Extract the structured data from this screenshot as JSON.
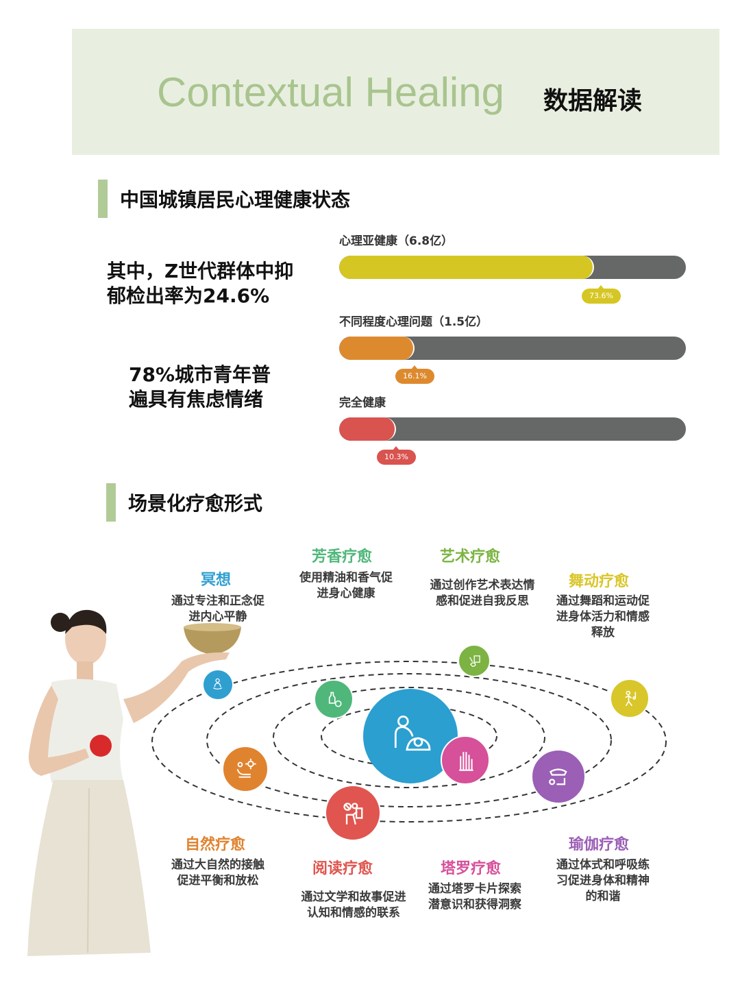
{
  "header": {
    "title_en": "Contextual Healing",
    "title_cn": "数据解读"
  },
  "section1": {
    "title": "中国城镇居民心理健康状态",
    "stats": [
      {
        "line1": "其中，Z世代群体中抑",
        "line2": "郁检出率为24.6%"
      },
      {
        "line1": "78%城市青年普",
        "line2": "遍具有焦虑情绪"
      }
    ]
  },
  "chart_data": {
    "type": "bar",
    "orientation": "horizontal",
    "title": "中国城镇居民心理健康状态",
    "categories": [
      "心理亚健康（6.8亿）",
      "不同程度心理问题（1.5亿）",
      "完全健康"
    ],
    "values": [
      73.6,
      16.1,
      10.3
    ],
    "value_labels": [
      "73.6%",
      "16.1%",
      "10.3%"
    ],
    "colors": [
      "#d6c623",
      "#dd8a2f",
      "#d9534f"
    ],
    "track_color": "#666767",
    "xlim": [
      0,
      100
    ],
    "unit": "%"
  },
  "bars": [
    {
      "label": "心理亚健康（6.8亿）",
      "percent": 73.6,
      "tag": "73.6%",
      "color": "#d6c623"
    },
    {
      "label": "不同程度心理问题（1.5亿）",
      "percent": 16.1,
      "tag": "16.1%",
      "color": "#dd8a2f"
    },
    {
      "label": "完全健康",
      "percent": 10.3,
      "tag": "10.3%",
      "color": "#d9534f"
    }
  ],
  "section2": {
    "title": "场景化疗愈形式",
    "healings": [
      {
        "key": "meditation",
        "title": "冥想",
        "desc_line1": "通过专注和正念促",
        "desc_line2": "进内心平静",
        "desc_line3": "",
        "color": "#2f9fd0"
      },
      {
        "key": "aroma",
        "title": "芳香疗愈",
        "desc_line1": "使用精油和香气促",
        "desc_line2": "进身心健康",
        "desc_line3": "",
        "color": "#4fb77a"
      },
      {
        "key": "art",
        "title": "艺术疗愈",
        "desc_line1": "通过创作艺术表达情",
        "desc_line2": "感和促进自我反思",
        "desc_line3": "",
        "color": "#7cb342"
      },
      {
        "key": "dance",
        "title": "舞动疗愈",
        "desc_line1": "通过舞蹈和运动促",
        "desc_line2": "进身体活力和情感",
        "desc_line3": "释放",
        "color": "#d9c62a"
      },
      {
        "key": "nature",
        "title": "自然疗愈",
        "desc_line1": "通过大自然的接触",
        "desc_line2": "促进平衡和放松",
        "desc_line3": "",
        "color": "#e0832f"
      },
      {
        "key": "reading",
        "title": "阅读疗愈",
        "desc_line1": "通过文学和故事促进",
        "desc_line2": "认知和情感的联系",
        "desc_line3": "",
        "color": "#e0554f"
      },
      {
        "key": "tarot",
        "title": "塔罗疗愈",
        "desc_line1": "通过塔罗卡片探索",
        "desc_line2": "潜意识和获得洞察",
        "desc_line3": "",
        "color": "#d6509a"
      },
      {
        "key": "yoga",
        "title": "瑜伽疗愈",
        "desc_line1": "通过体式和呼吸练",
        "desc_line2": "习促进身体和精神",
        "desc_line3": "的和谐",
        "color": "#9b5fb5"
      }
    ],
    "center_color": "#2a9fd0"
  }
}
